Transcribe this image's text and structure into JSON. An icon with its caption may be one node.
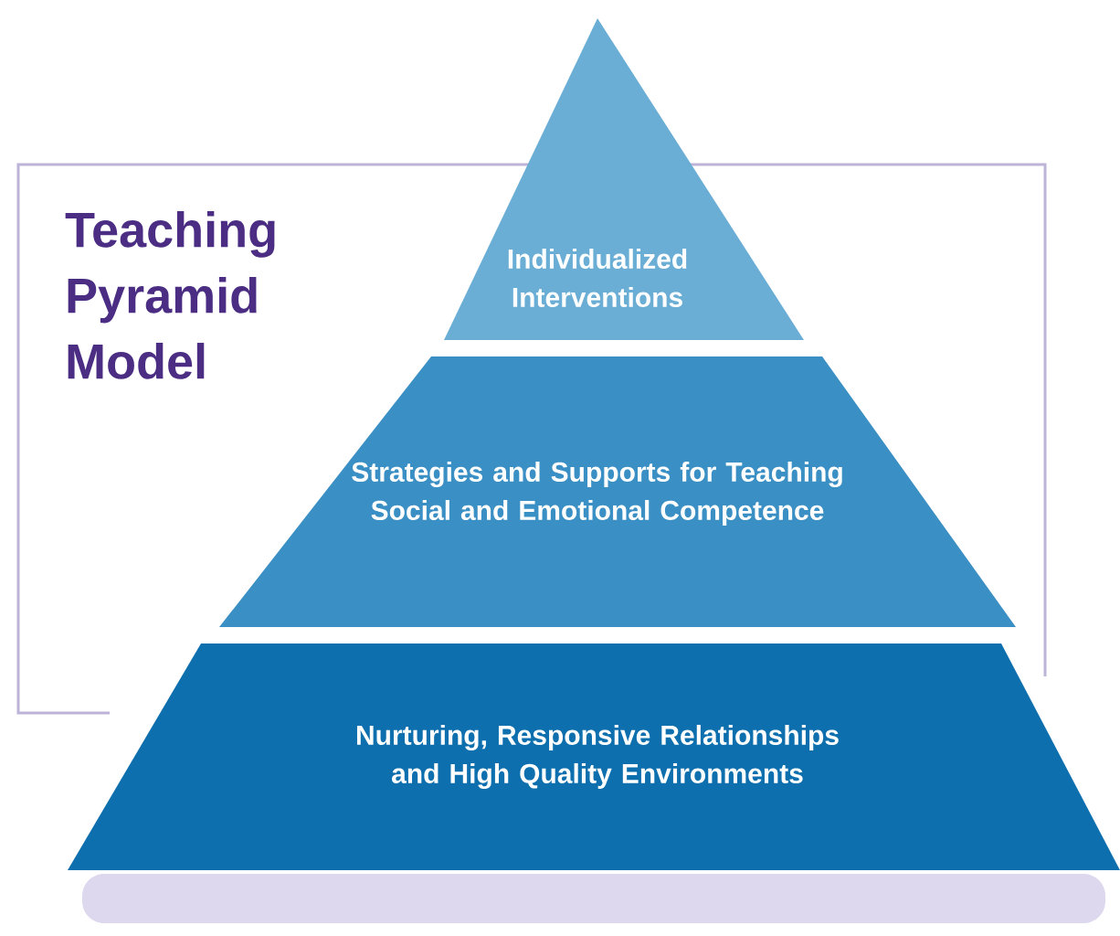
{
  "diagram": {
    "title": "Teaching Pyramid Model",
    "nodes": [
      {
        "text": [
          "Individualized Interventions"
        ]
      },
      {
        "text": [
          "Strategies and Supports for Teaching Social and Emotional Competence"
        ]
      },
      {
        "text": [
          "Nurturing, Responsive Relationships and High Quality Environments"
        ]
      }
    ]
  }
}
